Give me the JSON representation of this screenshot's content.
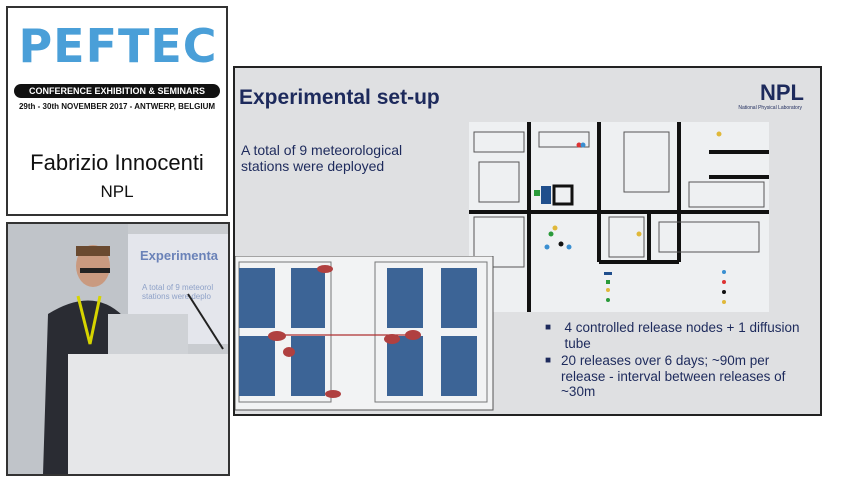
{
  "brand": {
    "logo": "PEFTEC",
    "banner": "CONFERENCE EXHIBITION & SEMINARS",
    "dates": "29th - 30th NOVEMBER 2017 - ANTWERP, BELGIUM",
    "speaker": "Fabrizio Innocenti",
    "organisation": "NPL"
  },
  "slide": {
    "title": "Experimental set-up",
    "logo": "NPL",
    "logo_sub": "National Physical Laboratory",
    "intro": "A total of 9 meteorological stations were deployed",
    "bullets": [
      "4 controlled release nodes + 1 diffusion tube",
      "20 releases over 6 days; ~90m per release - interval between releases of ~30m"
    ]
  },
  "video": {
    "slide_title": "Experimenta",
    "slide_text": "A total of 9 meteorol stations were deplo"
  }
}
